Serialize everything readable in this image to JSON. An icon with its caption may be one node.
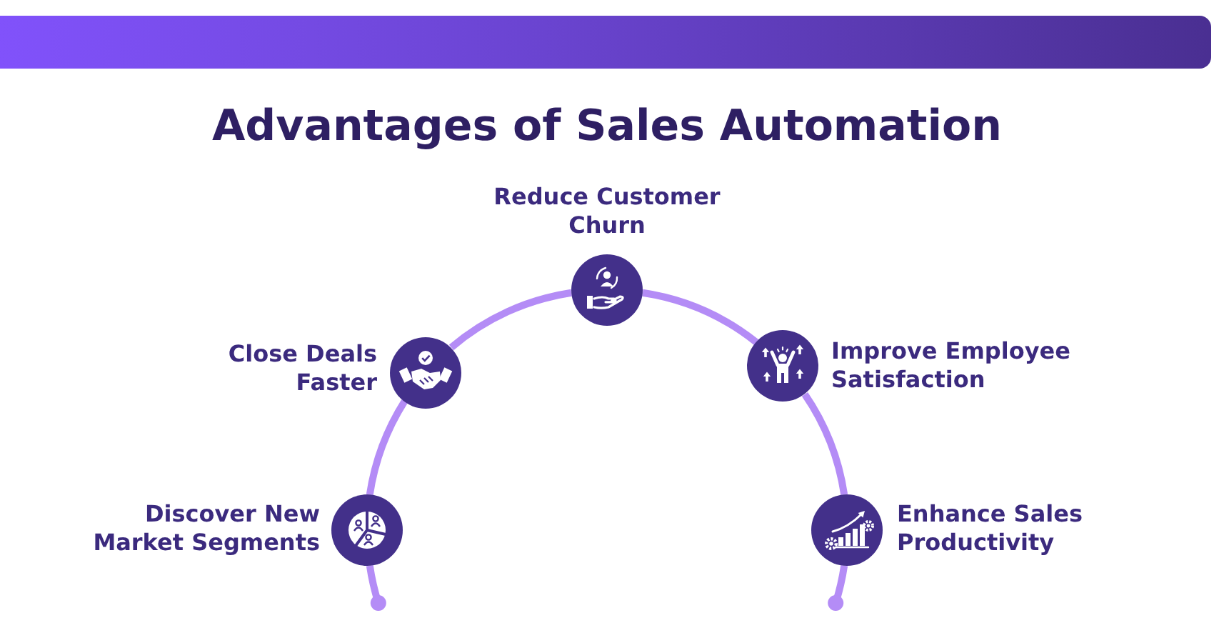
{
  "diagram": {
    "title": "Advantages of Sales Automation",
    "nodes": [
      {
        "text": [
          "Discover New Market Segments"
        ]
      },
      {
        "text": [
          "Close Deals Faster"
        ]
      },
      {
        "text": [
          "Reduce Customer Churn"
        ]
      },
      {
        "text": [
          "Improve Employee Satisfaction"
        ]
      },
      {
        "text": [
          "Enhance Sales Productivity"
        ]
      }
    ],
    "edges": [
      {
        "from": null,
        "to": 0,
        "arrow": "other"
      },
      {
        "from": 0,
        "to": 1,
        "arrow": "none"
      },
      {
        "from": 1,
        "to": 2,
        "arrow": "none"
      },
      {
        "from": 2,
        "to": 3,
        "arrow": "none"
      },
      {
        "from": 3,
        "to": 4,
        "arrow": "none"
      },
      {
        "from": null,
        "to": 4,
        "arrow": "other"
      }
    ]
  }
}
